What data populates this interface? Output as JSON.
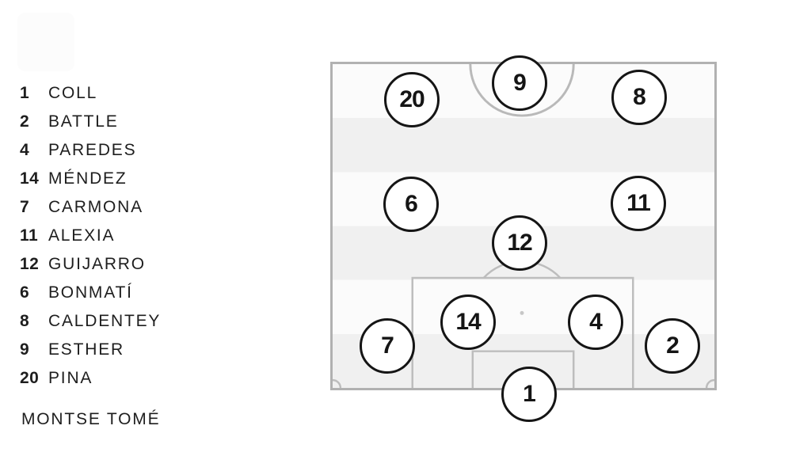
{
  "roster": {
    "players": [
      {
        "number": "1",
        "name": "COLL"
      },
      {
        "number": "2",
        "name": "BATTLE"
      },
      {
        "number": "4",
        "name": "PAREDES"
      },
      {
        "number": "14",
        "name": "MÉNDEZ"
      },
      {
        "number": "7",
        "name": "CARMONA"
      },
      {
        "number": "11",
        "name": "ALEXIA"
      },
      {
        "number": "12",
        "name": "GUIJARRO"
      },
      {
        "number": "6",
        "name": "BONMATÍ"
      },
      {
        "number": "8",
        "name": "CALDENTEY"
      },
      {
        "number": "9",
        "name": "ESTHER"
      },
      {
        "number": "20",
        "name": "PINA"
      }
    ],
    "coach": "MONTSE TOMÉ"
  },
  "formation": {
    "slots": [
      {
        "number": "20",
        "role": "left-forward"
      },
      {
        "number": "9",
        "role": "center-forward"
      },
      {
        "number": "8",
        "role": "right-forward"
      },
      {
        "number": "6",
        "role": "left-midfielder"
      },
      {
        "number": "11",
        "role": "right-midfielder"
      },
      {
        "number": "12",
        "role": "center-midfielder"
      },
      {
        "number": "14",
        "role": "left-center-back"
      },
      {
        "number": "4",
        "role": "right-center-back"
      },
      {
        "number": "7",
        "role": "left-back"
      },
      {
        "number": "2",
        "role": "right-back"
      },
      {
        "number": "1",
        "role": "goalkeeper"
      }
    ]
  },
  "colors": {
    "stripe_light": "#fbfbfb",
    "stripe_dark": "#f0f0f0",
    "pitch_border": "#b1b1b1",
    "pitch_lines": "#bdbdbd",
    "circle_stroke": "#151515",
    "text": "#1e1e1e"
  }
}
